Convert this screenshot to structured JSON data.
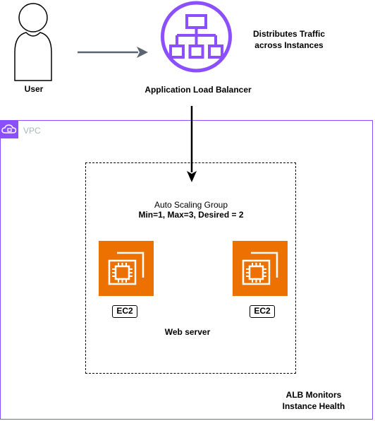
{
  "nodes": {
    "user": {
      "label": "User",
      "icon": "user-icon"
    },
    "alb": {
      "label": "Application Load Balancer",
      "icon": "load-balancer-icon",
      "color": "#8c4fff"
    },
    "alb_note": {
      "line1": "Distributes Traffic",
      "line2": "across Instances"
    },
    "vpc": {
      "label": "VPC",
      "icon": "vpc-cloud-icon",
      "color": "#8c4fff"
    },
    "asg": {
      "line1": "Auto Scaling Group",
      "line2": "Min=1, Max=3, Desired = 2"
    },
    "ec2_left": {
      "badge": "EC2",
      "icon": "ec2-instance-icon",
      "color": "#ed7100"
    },
    "ec2_right": {
      "badge": "EC2",
      "icon": "ec2-instance-icon",
      "color": "#ed7100"
    },
    "web_server": {
      "label": "Web server"
    },
    "monitor_note": {
      "line1": "ALB Monitors",
      "line2": "Instance Health"
    }
  },
  "edges": [
    {
      "from": "user",
      "to": "alb",
      "label": ""
    },
    {
      "from": "alb",
      "to": "asg",
      "label": ""
    }
  ]
}
